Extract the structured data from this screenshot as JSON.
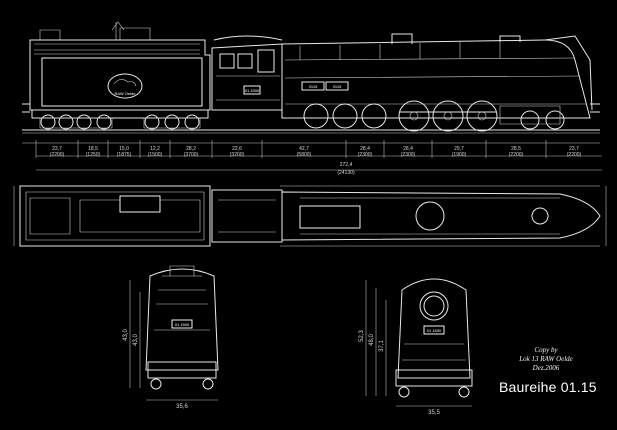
{
  "title": "Baureihe 01.15",
  "credit": [
    "Copy by",
    "Lok 13 RAW Oelde",
    "Dez.2006"
  ],
  "tender_logo": "RAW Oelde",
  "number_plate": "01 1500",
  "windows": [
    "0115",
    "0115"
  ],
  "dims_top": [
    {
      "a": "23,7",
      "b": "(2200)"
    },
    {
      "a": "18,5",
      "b": "(1250)"
    },
    {
      "a": "15,0",
      "b": "(1875)"
    },
    {
      "a": "12,2",
      "b": "(1500)"
    },
    {
      "a": "28,2",
      "b": "(3700)"
    },
    {
      "a": "22,6",
      "b": "(3200)"
    },
    {
      "a": "42,7",
      "b": "(5800)"
    },
    {
      "a": "28,4",
      "b": "(2300)"
    },
    {
      "a": "28,4",
      "b": "(2300)"
    },
    {
      "a": "29,7",
      "b": "(1900)"
    },
    {
      "a": "28,5",
      "b": "(2200)"
    },
    {
      "a": "23,7",
      "b": "(2200)"
    }
  ],
  "dim_total": {
    "a": "272,4",
    "b": "(24130)"
  },
  "front_dims": {
    "h1": "43,0",
    "h2": "43,0",
    "w": "35,6"
  },
  "rear_dims": {
    "h1": "52,3",
    "h2": "48,0",
    "h3": "37,1",
    "w": "35,5"
  }
}
